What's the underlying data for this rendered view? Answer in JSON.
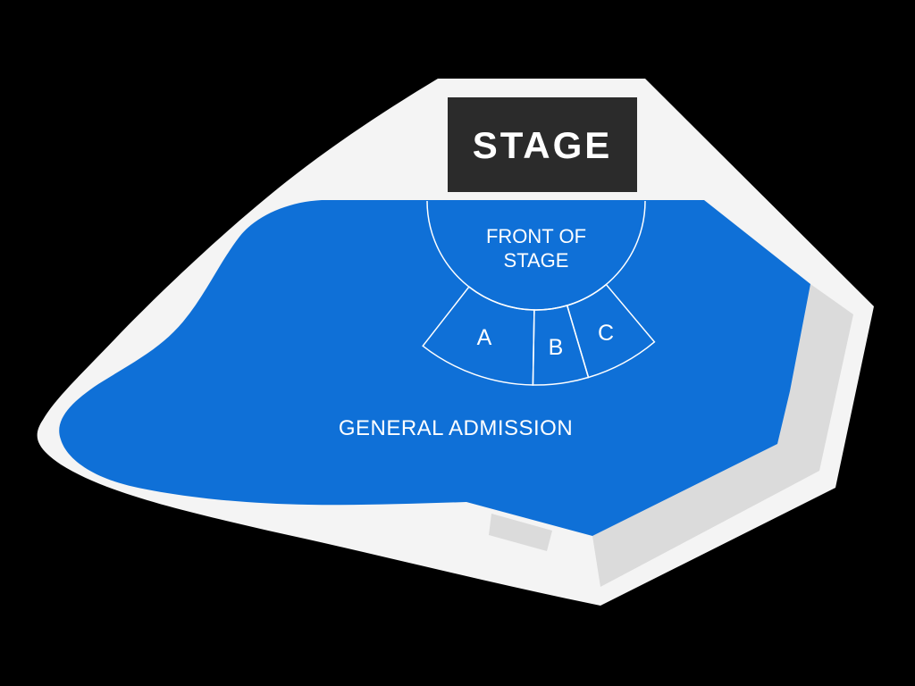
{
  "canvas": {
    "background": "#000000"
  },
  "venue": {
    "stage": {
      "label": "STAGE"
    },
    "front_of_stage": {
      "line1": "FRONT OF",
      "line2": "STAGE"
    },
    "section_a": {
      "label": "A"
    },
    "section_b": {
      "label": "B"
    },
    "section_c": {
      "label": "C"
    },
    "general_admission": {
      "label": "GENERAL ADMISSION"
    }
  },
  "colors": {
    "background": "#000000",
    "floor": "#f4f4f4",
    "walkway": "#dbdbdb",
    "stage": "#2b2b2b",
    "section_available": "#0f70d7",
    "outline": "#ffffff",
    "label_text": "#ffffff"
  }
}
